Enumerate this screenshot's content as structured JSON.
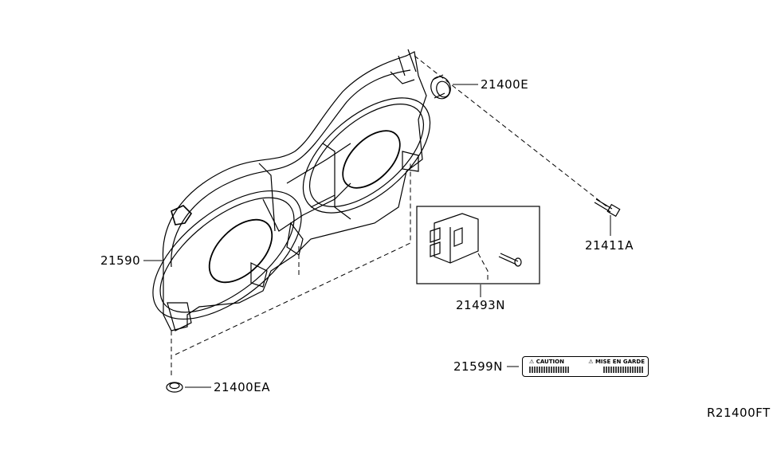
{
  "diagram_code": "R21400FT",
  "parts": {
    "fan_shroud": "21590",
    "grommet_upper": "21400E",
    "grommet_lower": "21400EA",
    "bolt": "21411A",
    "fan_control_module": "21493N",
    "caution_label": "21599N"
  },
  "caution_label": {
    "left_heading": "CAUTION",
    "right_heading": "MISE EN GARDE",
    "warning_icon": "warning-triangle-icon"
  }
}
